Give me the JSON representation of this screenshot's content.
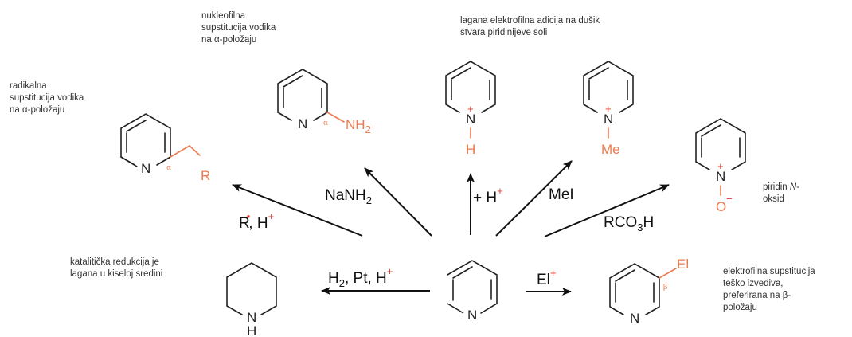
{
  "colors": {
    "accent": "#ee7b4f",
    "charge": "#e03c31",
    "ink": "#222222",
    "note_text": "#333333"
  },
  "notes": {
    "radical": "radikalna\nsupstitucija vodika\nna α-položaju",
    "nucleophilic": "nukleofilna\nsupstitucija vodika\nna α-položaju",
    "salts": "lagana elektrofilna adicija na dušik\nstvara piridinijeve soli",
    "n_oxide_prefix": "piridin ",
    "n_oxide_italic": "N",
    "n_oxide_suffix": "-\noksid",
    "reduction": "katalitička redukcija je\nlagana u kiseloj sredini",
    "electrophilic": "elektrofilna supstitucija\nteško izvediva,\npreferirana na β-\npoložaju"
  },
  "atoms": {
    "N": "N",
    "H": "H",
    "plus": "+",
    "minus": "−",
    "dot": "•",
    "R": "R",
    "NH2_main": "NH",
    "NH2_sub": "2",
    "Me": "Me",
    "O": "O",
    "El": "El",
    "alpha": "α",
    "beta": "β"
  },
  "reagents": {
    "radical_main": "R",
    "radical_comma": ", H",
    "radical_plus": "+",
    "nanh2_a": "NaNH",
    "nanh2_sub": "2",
    "protonation": "+ H",
    "protonation_plus": "+",
    "mei": "MeI",
    "rco3h_a": "RCO",
    "rco3h_sub": "3",
    "rco3h_b": "H",
    "h2_a": "H",
    "h2_sub": "2",
    "h2_b": ", Pt, H",
    "h2_plus": "+",
    "el": "El",
    "el_plus": "+"
  }
}
